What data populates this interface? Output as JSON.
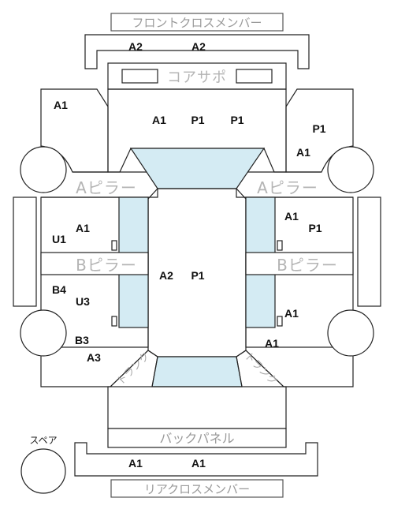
{
  "zone_labels": {
    "front_cross_member": "フロントクロスメンバー",
    "core_support": "コアサポ",
    "a_pillar": "Aピラー",
    "b_pillar": "Bピラー",
    "back_panel": "バックパネル",
    "rear_cross_member": "リアクロスメンバー",
    "spare": "スペア",
    "trunk_left": "トランク",
    "trunk_right": "トランク"
  },
  "codes": {
    "front_a2_left": "A2",
    "front_a2_right": "A2",
    "front_left_a1": "A1",
    "cowl_a1": "A1",
    "cowl_p1_left": "P1",
    "cowl_p1_right": "P1",
    "front_right_p1": "P1",
    "front_right_a1": "A1",
    "left_door_a1": "A1",
    "left_door_u1": "U1",
    "center_a2": "A2",
    "center_p1": "P1",
    "right_door_a1": "A1",
    "right_door_p1": "P1",
    "left_rear_b4": "B4",
    "left_rear_u3": "U3",
    "right_rear_a1": "A1",
    "left_quarter_b3": "B3",
    "left_quarter_a3": "A3",
    "right_quarter_a1": "A1",
    "rear_a1_left": "A1",
    "rear_a1_right": "A1"
  }
}
